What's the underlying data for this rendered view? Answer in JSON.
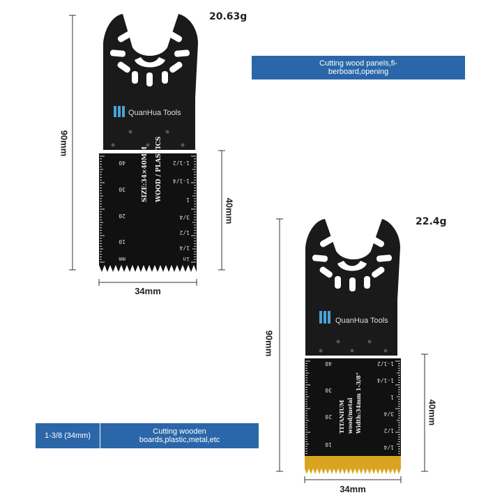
{
  "blade_1": {
    "weight": "20.63g",
    "height_label": "90mm",
    "teeth_label": "40mm",
    "width_label": "34mm",
    "brand": "QuanHua Tools",
    "print_size": "SIZE:34×40MM",
    "print_material": "WOOD / PLASTICS",
    "metric_ticks": [
      "40",
      "30",
      "20",
      "10",
      "mm"
    ],
    "inch_ticks": [
      "1-1/2",
      "1-1/4",
      "1",
      "3/4",
      "1/2",
      "1/4",
      "in"
    ]
  },
  "blade_2": {
    "weight": "22.4g",
    "height_label": "90mm",
    "teeth_label": "40mm",
    "width_label": "34mm",
    "brand": "QuanHua Tools",
    "print_line1": "TITANIUM",
    "print_line2": "wood/metal",
    "print_line3": "Width:34mm 1-3/8\"",
    "metric_ticks": [
      "40",
      "30",
      "20",
      "10"
    ],
    "inch_ticks": [
      "1-1/2",
      "1-1/4",
      "1",
      "3/4",
      "1/2",
      "1/4"
    ],
    "tooth_color": "#d9a520"
  },
  "banner_top": {
    "text": "Cutting wood panels,fi-\nberboard,opening"
  },
  "banner_bottom": {
    "size_label": "1-3/8 (34mm)",
    "text": "Cutting wooden\nboards,plastic,metal,etc"
  },
  "colors": {
    "banner": "#2b67a8",
    "blade": "#1a1a1a",
    "dimension_line": "#333333"
  }
}
